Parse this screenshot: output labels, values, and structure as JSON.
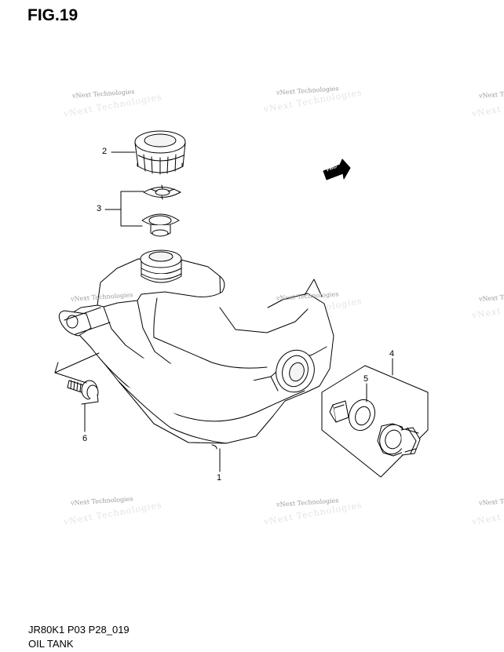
{
  "figure": {
    "title": "FIG.19",
    "code": "JR80K1 P03 P28_019",
    "name": "OIL TANK"
  },
  "watermark": {
    "text": "vNext Technologies"
  },
  "fwd_arrow": {
    "label": "FWD"
  },
  "callouts": {
    "c1": "1",
    "c2": "2",
    "c3": "3",
    "c4": "4",
    "c5": "5",
    "c6": "6"
  }
}
